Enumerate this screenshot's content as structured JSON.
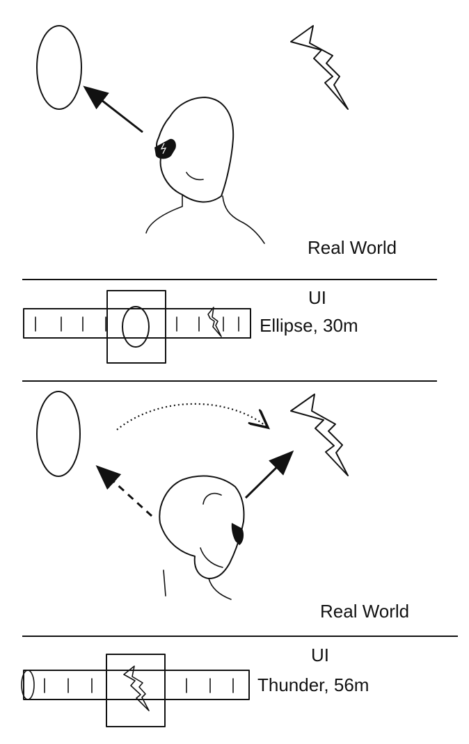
{
  "panels": [
    {
      "world_label": "Real World",
      "ui_label": "UI",
      "readout": "Ellipse, 30m"
    },
    {
      "world_label": "Real World",
      "ui_label": "UI",
      "readout": "Thunder, 56m"
    }
  ],
  "icons": [
    "ellipse-icon",
    "lightning-icon",
    "head-icon",
    "arrow-icon",
    "compass-strip-icon"
  ],
  "colors": {
    "ink": "#111111",
    "background": "#ffffff"
  }
}
